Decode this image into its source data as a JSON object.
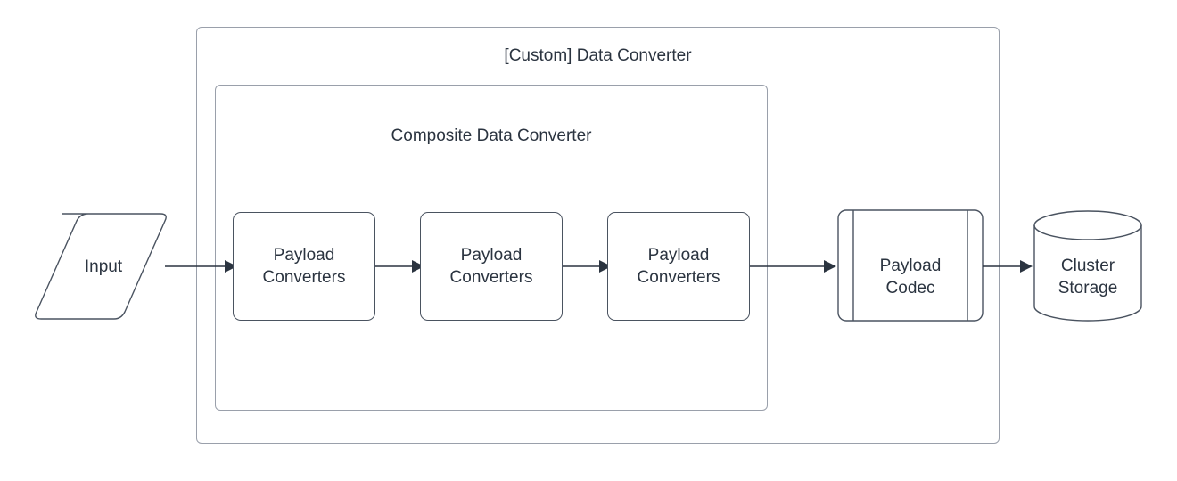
{
  "diagram": {
    "type": "flowchart",
    "background_color": "#ffffff",
    "text_color": "#2b3440",
    "node_stroke_color": "#4a5360",
    "container_stroke_color": "#9aa0ab",
    "connector_color": "#2b3440"
  },
  "containers": [
    {
      "id": "custom-data-converter",
      "title": "[Custom] Data Converter",
      "shape": "rounded-rectangle"
    },
    {
      "id": "composite-data-converter",
      "title": "Composite Data Converter",
      "shape": "rounded-rectangle"
    }
  ],
  "nodes": {
    "input": {
      "label": "Input",
      "shape": "parallelogram"
    },
    "payload_converters_1": {
      "label": "Payload\nConverters",
      "shape": "rounded-rectangle"
    },
    "payload_converters_2": {
      "label": "Payload\nConverters",
      "shape": "rounded-rectangle"
    },
    "payload_converters_3": {
      "label": "Payload\nConverters",
      "shape": "rounded-rectangle"
    },
    "payload_codec": {
      "label": "Payload\nCodec",
      "shape": "subroutine"
    },
    "cluster_storage": {
      "label": "Cluster\nStorage",
      "shape": "cylinder"
    }
  },
  "connectors": [
    {
      "id": "input-to-converter-1",
      "from": "input",
      "to": "payload_converters_1",
      "arrowhead": "filled-triangle"
    },
    {
      "id": "converter-1-to-converter-2",
      "from": "payload_converters_1",
      "to": "payload_converters_2",
      "arrowhead": "filled-triangle"
    },
    {
      "id": "converter-2-to-converter-3",
      "from": "payload_converters_2",
      "to": "payload_converters_3",
      "arrowhead": "filled-triangle"
    },
    {
      "id": "converter-3-to-codec",
      "from": "payload_converters_3",
      "to": "payload_codec",
      "arrowhead": "filled-triangle"
    },
    {
      "id": "codec-to-storage",
      "from": "payload_codec",
      "to": "cluster_storage",
      "arrowhead": "filled-triangle"
    }
  ]
}
